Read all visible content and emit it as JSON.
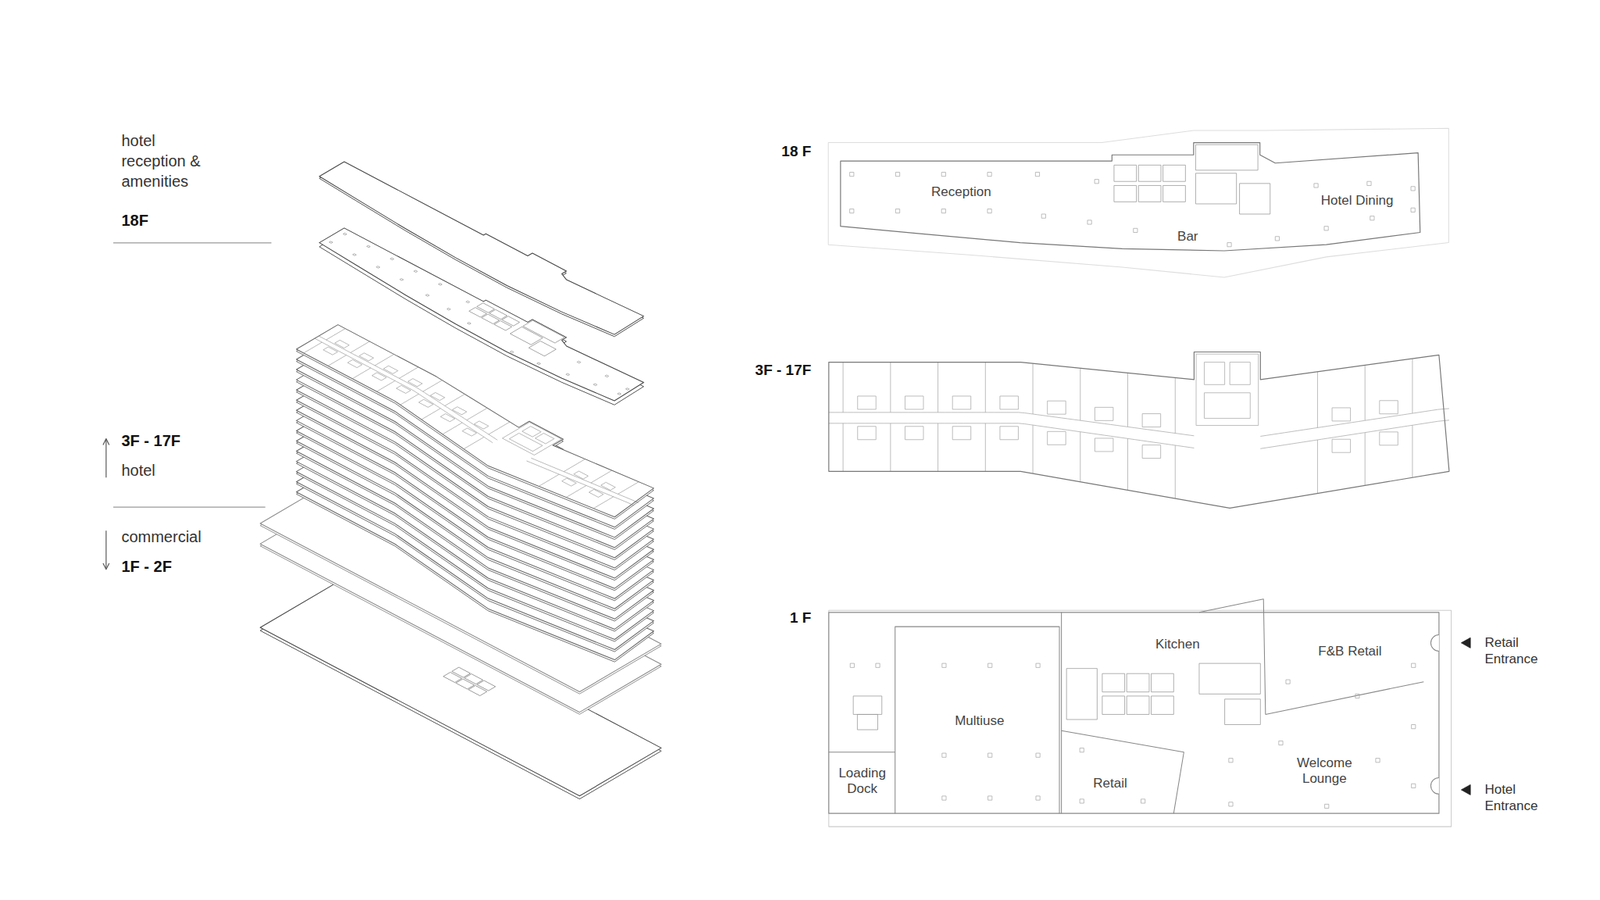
{
  "diagram": {
    "nodes": [
      {
        "text": [
          "18 F"
        ]
      },
      {
        "text": [
          "3F - 17F"
        ]
      },
      {
        "text": [
          "1 F"
        ]
      },
      {
        "text": [
          "Multiuse"
        ],
        "in": 2
      },
      {
        "text": [
          "Kitchen"
        ],
        "in": 2
      },
      {
        "text": [
          "F&B Retail"
        ],
        "in": 2
      },
      {
        "text": [
          "Loading Dock"
        ],
        "in": 2
      },
      {
        "text": [
          "Retail"
        ],
        "in": 2
      },
      {
        "text": [
          "Welcome Lounge"
        ],
        "in": 2
      }
    ],
    "labels": [
      "hotel reception & amenities",
      "18F",
      "3F - 17F",
      "hotel",
      "commercial",
      "1F - 2F",
      "Reception",
      "Bar",
      "Hotel Dining",
      "Retail Entrance",
      "Hotel Entrance"
    ]
  }
}
